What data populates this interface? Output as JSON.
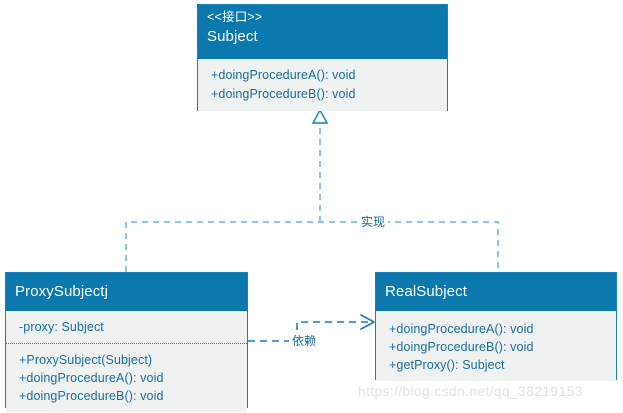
{
  "diagram": {
    "type": "uml-class-diagram",
    "colors": {
      "header_fill": "#0b79ad",
      "body_fill": "#f0f1f1",
      "border": "#1a7fb5",
      "member_text": "#1a6f9e",
      "connector": "#3f9fc9",
      "watermark_text": "#dfe3e6"
    },
    "classes": [
      {
        "id": "subject",
        "stereotype": "<<接口>>",
        "name": "Subject",
        "attributes": [],
        "operations": [
          "+doingProcedureA(): void",
          "+doingProcedureB(): void"
        ]
      },
      {
        "id": "proxysubject",
        "stereotype": "",
        "name": "ProxySubjectj",
        "attributes": [
          "-proxy: Subject"
        ],
        "operations": [
          "+ProxySubject(Subject)",
          "+doingProcedureA(): void",
          "+doingProcedureB(): void"
        ]
      },
      {
        "id": "realsubject",
        "stereotype": "",
        "name": "RealSubject",
        "attributes": [],
        "operations": [
          "+doingProcedureA(): void",
          "+doingProcedureB(): void",
          "+getProxy(): Subject"
        ]
      }
    ],
    "relationships": [
      {
        "id": "realization",
        "label": "实现",
        "kind": "realization",
        "style": "dashed",
        "arrow": "hollow-triangle",
        "from": [
          "ProxySubjectj",
          "RealSubject"
        ],
        "to": "Subject"
      },
      {
        "id": "dependency",
        "label": "依赖",
        "kind": "dependency",
        "style": "dashed",
        "arrow": "open-arrow",
        "from": "ProxySubjectj",
        "to": "RealSubject"
      }
    ]
  },
  "watermark": {
    "text": "https://blog.csdn.net/qq_38219153"
  }
}
